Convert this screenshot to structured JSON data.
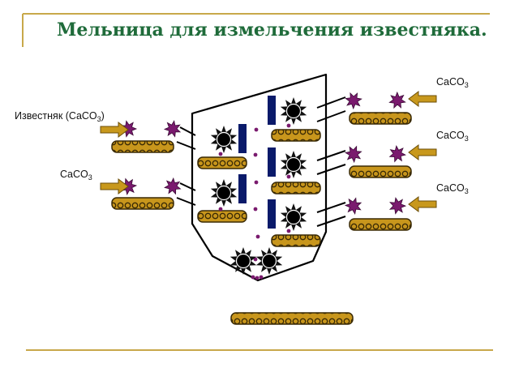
{
  "title": "Мельница для измельчения известняка.",
  "labels": {
    "limestone_main": "Известняк (CaCO",
    "limestone_sub": "3",
    "limestone_close": ")",
    "caco3_base": "CaCO",
    "caco3_sub": "3"
  },
  "colors": {
    "title": "#1f6b3a",
    "rule": "#c8a84a",
    "arrow": "#c8981c",
    "particle": "#7a1a6e",
    "belt_fill": "#c8961c",
    "belt_dark": "#3a2a05",
    "blade": "#0a1a6a",
    "dot": "#7a1a6e"
  },
  "icons": [
    "arrow-icon",
    "crystal-icon",
    "grinder-star-icon",
    "conveyor-belt-icon",
    "blade-bar-icon"
  ]
}
